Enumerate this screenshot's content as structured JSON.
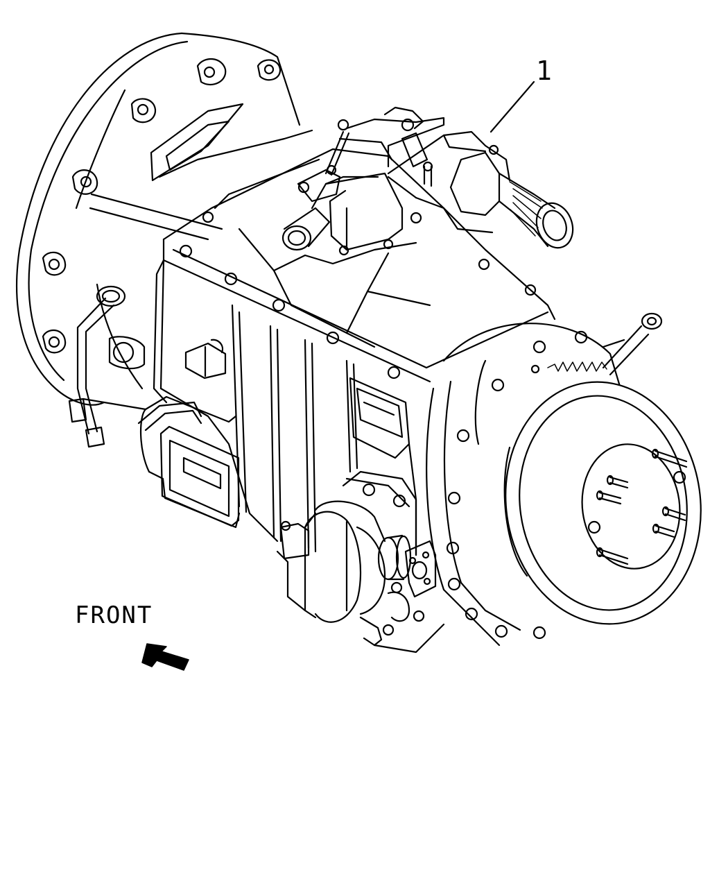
{
  "callouts": [
    {
      "id": "callout-1",
      "text": "1"
    }
  ],
  "orientation": {
    "label": "FRONT",
    "arrow_icon": "arrow-up-left-icon"
  },
  "colors": {
    "line": "#000000",
    "background": "#ffffff"
  }
}
